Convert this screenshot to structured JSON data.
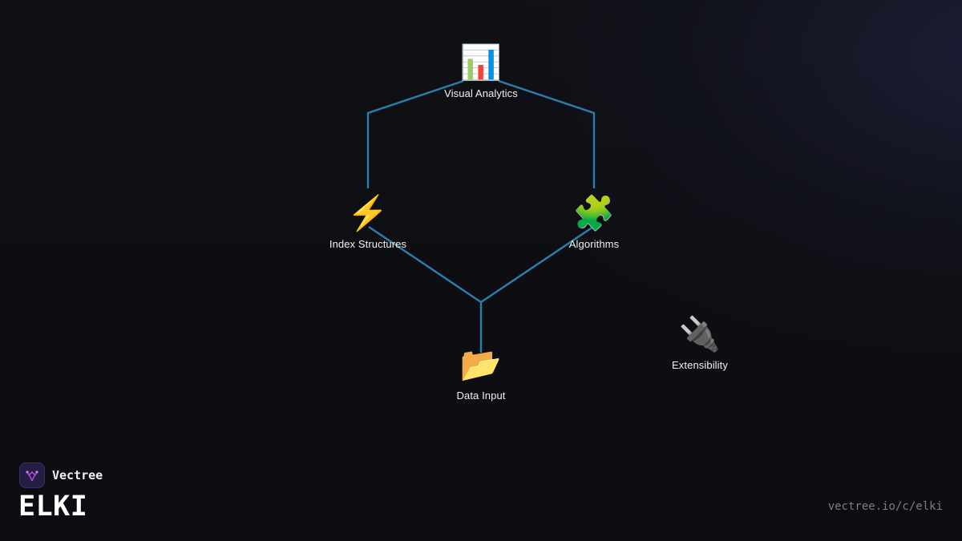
{
  "diagram": {
    "nodes": [
      {
        "id": "visual-analytics",
        "icon": "bar-chart-icon",
        "glyph": "📊",
        "label": "Visual Analytics"
      },
      {
        "id": "index-structures",
        "icon": "lightning-icon",
        "glyph": "⚡",
        "label": "Index Structures"
      },
      {
        "id": "algorithms",
        "icon": "puzzle-icon",
        "glyph": "🧩",
        "label": "Algorithms"
      },
      {
        "id": "data-input",
        "icon": "open-folder-icon",
        "glyph": "📂",
        "label": "Data Input"
      },
      {
        "id": "extensibility",
        "icon": "plug-icon",
        "glyph": "🔌",
        "label": "Extensibility"
      }
    ],
    "edges": [
      {
        "from": "visual-analytics",
        "to": "index-structures"
      },
      {
        "from": "visual-analytics",
        "to": "algorithms"
      },
      {
        "from": "index-structures",
        "to": "data-input"
      },
      {
        "from": "algorithms",
        "to": "data-input"
      }
    ],
    "edge_color": "#2a7fb0"
  },
  "footer": {
    "brand_name": "Vectree",
    "product_name": "ELKI",
    "url": "vectree.io/c/elki"
  },
  "colors": {
    "background": "#0e0e12",
    "text": "#f2f2f4",
    "url_text": "#7b7c86",
    "logo_bg": "#241d44",
    "logo_accent": "#b04ad8"
  }
}
